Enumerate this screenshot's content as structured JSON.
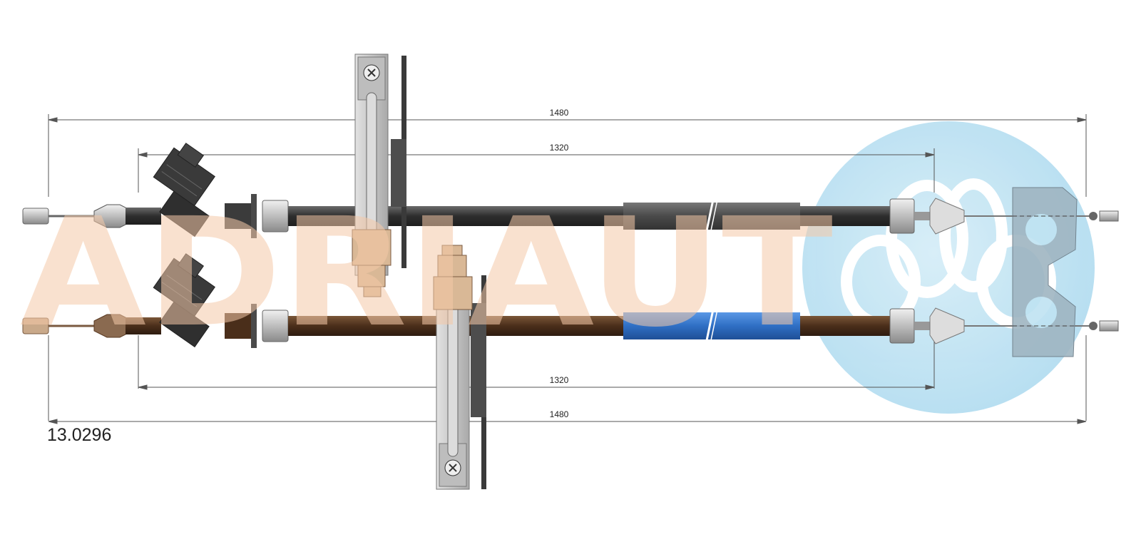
{
  "part_number": "13.0296",
  "dimensions": {
    "top_overall": "1480",
    "top_inner": "1320",
    "bottom_inner": "1320",
    "bottom_overall": "1480"
  },
  "watermark": {
    "text": "ADRIAUT",
    "text_color": "#f5c9a8",
    "logo_color": "#bfe3f2"
  },
  "colors": {
    "cable_dark": "#3a3a3a",
    "cable_brown": "#5a3a22",
    "sleeve_grey": "#4a4a4a",
    "sleeve_blue": "#2f6fc4",
    "bracket_grey": "#cfcfcf",
    "bracket_tan": "#d9b896"
  }
}
